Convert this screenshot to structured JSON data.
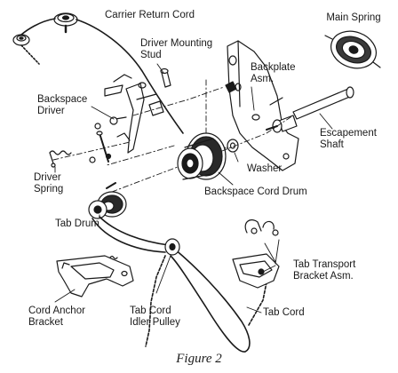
{
  "labels": {
    "carrier_return_cord": "Carrier Return Cord",
    "main_spring": "Main Spring",
    "driver_mounting_stud_1": "Driver Mounting",
    "driver_mounting_stud_2": "Stud",
    "backplate_asm_1": "Backplate",
    "backplate_asm_2": "Asm.",
    "backspace_driver_1": "Backspace",
    "backspace_driver_2": "Driver",
    "escapement_shaft_1": "Escapement",
    "escapement_shaft_2": "Shaft",
    "washer": "Washer",
    "driver_spring_1": "Driver",
    "driver_spring_2": "Spring",
    "backspace_cord_drum": "Backspace Cord Drum",
    "tab_drum": "Tab Drum",
    "tab_transport_bracket_asm_1": "Tab Transport",
    "tab_transport_bracket_asm_2": "Bracket Asm.",
    "cord_anchor_bracket_1": "Cord Anchor",
    "cord_anchor_bracket_2": "Bracket",
    "tab_cord_idler_pulley_1": "Tab Cord",
    "tab_cord_idler_pulley_2": "Idler Pulley",
    "tab_cord": "Tab Cord"
  },
  "caption": "Figure 2"
}
